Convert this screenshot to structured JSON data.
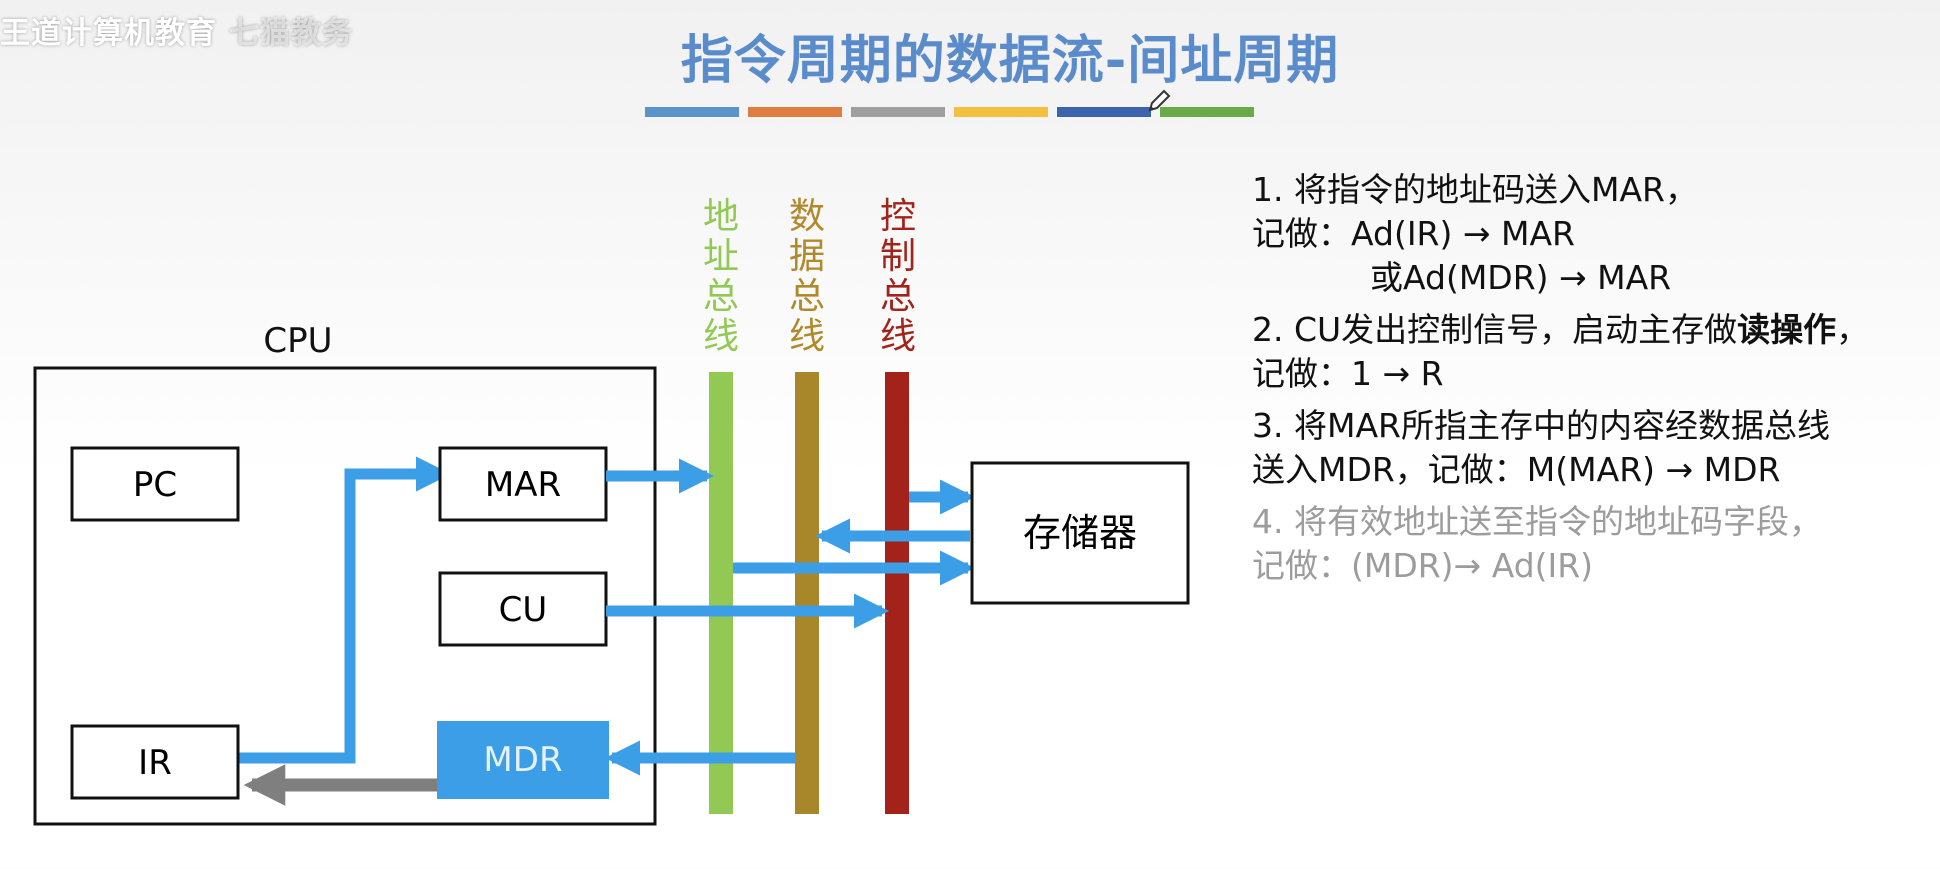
{
  "watermark": {
    "brand": "王道计算机教育",
    "ghost_text": "七猫教务"
  },
  "title": "指令周期的数据流-间址周期",
  "colors": {
    "title": "#5a8ccb",
    "address_bus": "#92c955",
    "data_bus": "#a8862a",
    "control_bus": "#a3231b",
    "arrow": "#3c9ee6",
    "mdr_fill": "#3c9ee6",
    "gray_arrow": "#7f7f7f",
    "stripes": [
      "#5b93cc",
      "#e07d3e",
      "#9f9f9f",
      "#f3c040",
      "#3c63ad",
      "#6aa94a"
    ]
  },
  "diagram": {
    "cpu_label": "CPU",
    "registers": {
      "pc": "PC",
      "mar": "MAR",
      "cu": "CU",
      "ir": "IR",
      "mdr": "MDR"
    },
    "buses": {
      "address": [
        "地",
        "址",
        "总",
        "线"
      ],
      "data": [
        "数",
        "据",
        "总",
        "线"
      ],
      "control": [
        "控",
        "制",
        "总",
        "线"
      ]
    },
    "memory": "存储器"
  },
  "notes": {
    "step1": {
      "line1": "1. 将指令的地址码送入MAR，",
      "line2": "记做：Ad(IR) → MAR",
      "line3": "或Ad(MDR) → MAR"
    },
    "step2": {
      "line1_prefix": "2. CU发出控制信号，启动主存做",
      "line1_bold": "读操作",
      "line1_suffix": "，",
      "line2": "记做：1 → R"
    },
    "step3": {
      "line1": "3. 将MAR所指主存中的内容经数据总线",
      "line2": "送入MDR，记做：M(MAR) → MDR"
    },
    "step4": {
      "line1": "4. 将有效地址送至指令的地址码字段，",
      "line2": "记做：(MDR)→ Ad(IR)"
    }
  }
}
